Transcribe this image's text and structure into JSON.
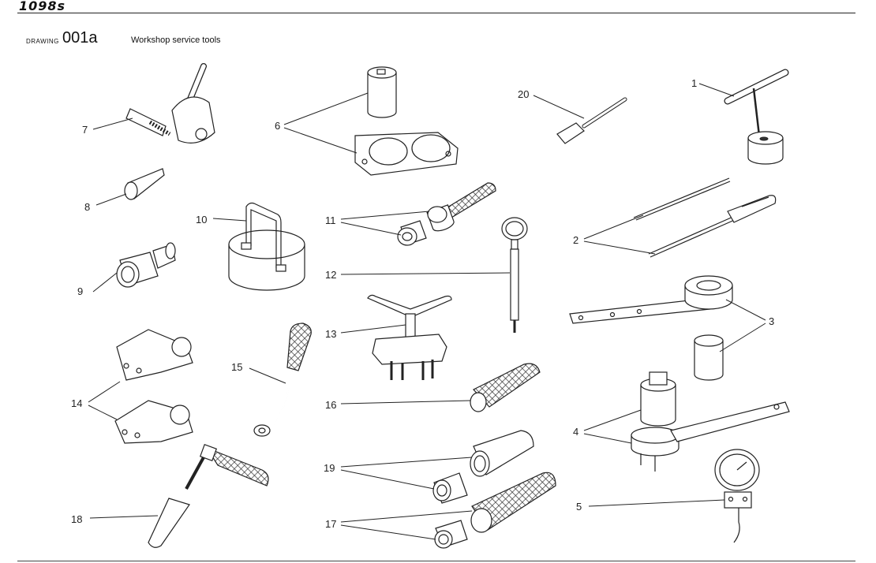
{
  "header": {
    "logo": "1098s",
    "drawing_label": "DRAWING",
    "drawing_number": "001a",
    "title": "Workshop service tools"
  },
  "callouts": [
    {
      "id": "c1",
      "text": "1"
    },
    {
      "id": "c2",
      "text": "2"
    },
    {
      "id": "c3",
      "text": "3"
    },
    {
      "id": "c4",
      "text": "4"
    },
    {
      "id": "c5",
      "text": "5"
    },
    {
      "id": "c6",
      "text": "6"
    },
    {
      "id": "c7",
      "text": "7"
    },
    {
      "id": "c8",
      "text": "8"
    },
    {
      "id": "c9",
      "text": "9"
    },
    {
      "id": "c10",
      "text": "10"
    },
    {
      "id": "c11",
      "text": "11"
    },
    {
      "id": "c12",
      "text": "12"
    },
    {
      "id": "c13",
      "text": "13"
    },
    {
      "id": "c14",
      "text": "14"
    },
    {
      "id": "c15",
      "text": "15"
    },
    {
      "id": "c16",
      "text": "16"
    },
    {
      "id": "c17",
      "text": "17"
    },
    {
      "id": "c18",
      "text": "18"
    },
    {
      "id": "c19",
      "text": "19"
    },
    {
      "id": "c20",
      "text": "20"
    }
  ]
}
